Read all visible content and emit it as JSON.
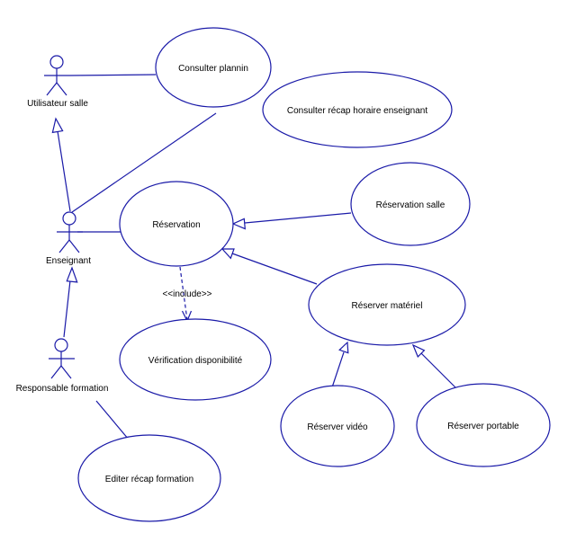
{
  "actors": {
    "utilisateur": "Utilisateur salle",
    "enseignant": "Enseignant",
    "responsable": "Responsable formation"
  },
  "use_cases": {
    "consulter_planning": "Consulter plannin",
    "consulter_recap": "Consulter récap horaire enseignant",
    "reservation": "Réservation",
    "reservation_salle": "Réservation salle",
    "reserver_materiel": "Réserver matériel",
    "verification": "Vérification disponibilité",
    "reserver_video": "Réserver vidéo",
    "reserver_portable": "Réserver portable",
    "editer_recap": "Editer récap formation"
  },
  "relations": {
    "include_label": "<<include>>"
  },
  "colors": {
    "line": "#1a1aa8",
    "text": "#000000",
    "background": "#ffffff"
  }
}
